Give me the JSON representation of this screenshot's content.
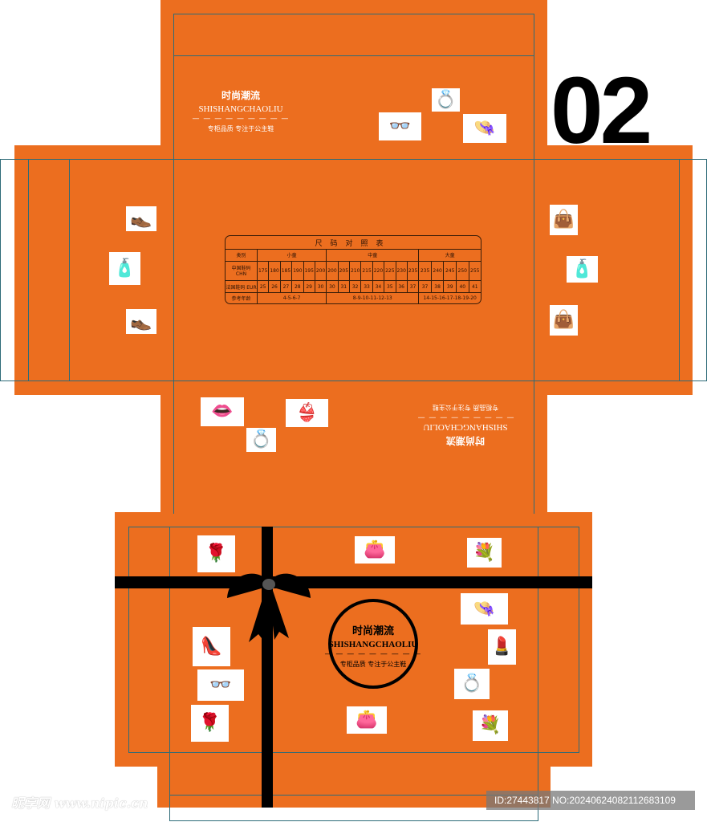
{
  "box_number": "02",
  "brand": {
    "cn": "时尚潮流",
    "en": "SHISHANGCHAOLIU",
    "dashes": "— — — — — — — — —",
    "slogan": "专柜品质 专注于公主鞋"
  },
  "size_chart": {
    "title": "尺码对照表",
    "row_labels": {
      "category": "类别",
      "chn": "中国鞋码 CHN",
      "eur": "法国鞋码 EUR",
      "age": "参考年龄"
    },
    "groups": [
      {
        "name": "小童",
        "chn": [
          "175",
          "180",
          "185",
          "190",
          "195",
          "200"
        ],
        "eur": [
          "25",
          "26",
          "27",
          "28",
          "29",
          "30"
        ],
        "age": "4-5-6-7"
      },
      {
        "name": "中童",
        "chn": [
          "200",
          "205",
          "210",
          "215",
          "220",
          "225",
          "230",
          "235"
        ],
        "eur": [
          "30",
          "31",
          "32",
          "33",
          "34",
          "35",
          "36",
          "37"
        ],
        "age": "8-9-10-11-12-13"
      },
      {
        "name": "大童",
        "chn": [
          "235",
          "240",
          "245",
          "250",
          "255"
        ],
        "eur": [
          "37",
          "38",
          "39",
          "40",
          "41"
        ],
        "age": "14-15-16-17-18-19-20"
      }
    ]
  },
  "icons": {
    "sunglasses": "👓",
    "ring": "💍",
    "hat": "👒",
    "shoes": "👞",
    "perfume": "🧴",
    "handbag": "👜",
    "lips": "👄",
    "bra": "👙",
    "rose": "🌹",
    "purse": "👛",
    "flowers": "💐",
    "heel": "👠",
    "lipstick": "💄"
  },
  "watermark": {
    "site": "昵享网 www.nipic.cn",
    "id": "ID:27443817 NO:20240624082112683109"
  },
  "colors": {
    "box": "#EC6E1F",
    "ribbon": "#000000",
    "dieline": "#2d6b78"
  }
}
